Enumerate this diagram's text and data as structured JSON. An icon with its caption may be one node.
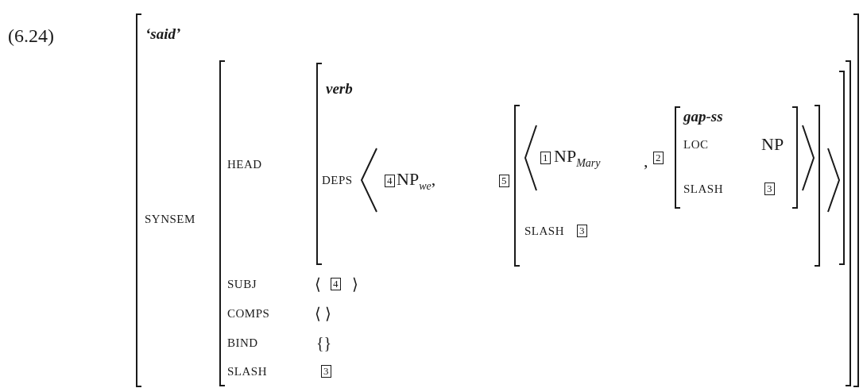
{
  "diagram": {
    "labels": [
      "(6.24)",
      "‘said’",
      "verb",
      "gap-ss",
      "HEAD",
      "LOC",
      "NP",
      "DEPS",
      "4",
      "NP$_{we}$,",
      "5",
      "1",
      "NP$_{Mary}$",
      ",",
      "2",
      "SYNSEM",
      "SLASH",
      "3",
      "SLASH",
      "3",
      "SUBJ",
      "⟨",
      "4",
      "⟩",
      "COMPS",
      "⟨ ⟩",
      "BIND",
      "{}",
      "SLASH",
      "3"
    ]
  }
}
